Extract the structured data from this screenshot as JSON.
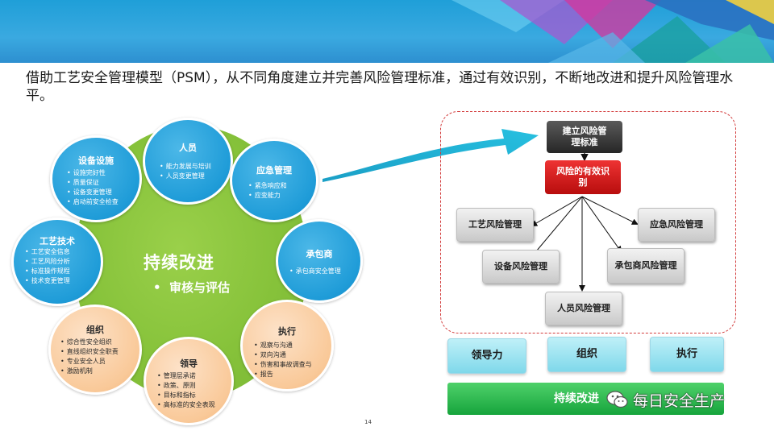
{
  "subtitle": "借助工艺安全管理模型（PSM），从不同角度建立并完善风险管理标准，通过有效识别，不断地改进和提升风险管理水平。",
  "left_diagram": {
    "center_title": "持续改进",
    "center_sub": "审核与评估",
    "circles": [
      {
        "title": "人员",
        "items": [
          "能力发展与培训",
          "人员变更管理"
        ],
        "color": "#1f9cd8"
      },
      {
        "title": "应急管理",
        "items": [
          "紧急响应和",
          "应变能力"
        ],
        "color": "#1f9cd8"
      },
      {
        "title": "承包商",
        "items": [
          "承包商安全管理"
        ],
        "color": "#1f9cd8"
      },
      {
        "title": "执行",
        "items": [
          "观察与沟通",
          "双向沟通",
          "伤害和事故调查与",
          "报告"
        ],
        "color": "#f9c999"
      },
      {
        "title": "领导",
        "items": [
          "管理层承诺",
          "政策、原则",
          "目标和指标",
          "高标准的安全表现"
        ],
        "color": "#f9c999"
      },
      {
        "title": "组织",
        "items": [
          "综合性安全组织",
          "直线组织安全职责",
          "专业安全人员",
          "激励机制"
        ],
        "color": "#f9c999"
      },
      {
        "title": "工艺技术",
        "items": [
          "工艺安全信息",
          "工艺风险分析",
          "标准操作规程",
          "技术变更管理"
        ],
        "color": "#1f9cd8"
      },
      {
        "title": "设备设施",
        "items": [
          "设施完好性",
          "质量保证",
          "设备变更管理",
          "启动前安全检查"
        ],
        "color": "#1f9cd8"
      }
    ]
  },
  "right_diagram": {
    "top_box": "建立风险管理标准",
    "red_box": "风险的有效识别",
    "branches": [
      "工艺风险管理",
      "应急风险管理",
      "设备风险管理",
      "承包商风险管理",
      "人员风险管理"
    ],
    "pillars": [
      "领导力",
      "组织",
      "执行"
    ],
    "base": "持续改进"
  },
  "watermark": "每日安全生产",
  "page_number": "14",
  "colors": {
    "blue": "#1f9cd8",
    "peach": "#f9c999",
    "green": "#86c23a",
    "red": "#d42020",
    "teal_arrow": "#1aa6c8"
  }
}
